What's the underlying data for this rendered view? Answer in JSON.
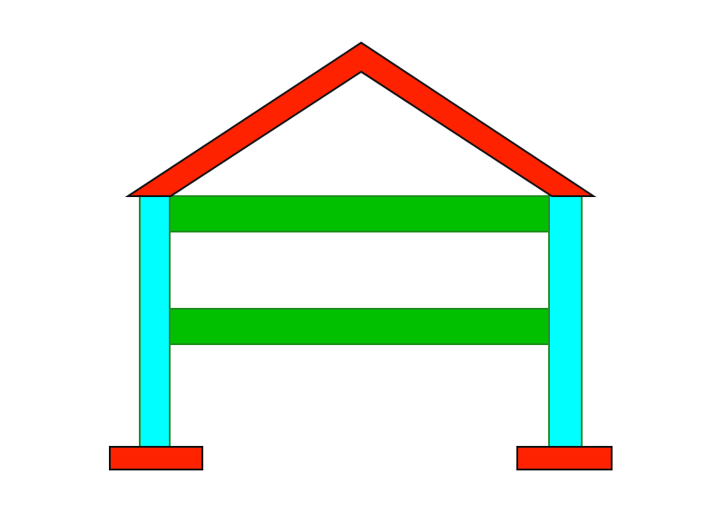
{
  "diagram": {
    "kind": "house-frame",
    "colors": {
      "background": "#ffffff",
      "roof": "#ff2200",
      "roof_outline": "#111111",
      "column": "#00ffff",
      "column_outline": "#2a8a2a",
      "beam": "#00c000",
      "beam_outline": "#1f8f1f",
      "footing": "#ff2200",
      "footing_outline": "#111111"
    },
    "parts": {
      "roof": {
        "count": 1
      },
      "columns": {
        "count": 2,
        "names": [
          "left-column",
          "right-column"
        ]
      },
      "beams": {
        "count": 2,
        "names": [
          "top-beam",
          "middle-beam"
        ]
      },
      "footings": {
        "count": 2,
        "names": [
          "left-footing",
          "right-footing"
        ]
      }
    }
  }
}
